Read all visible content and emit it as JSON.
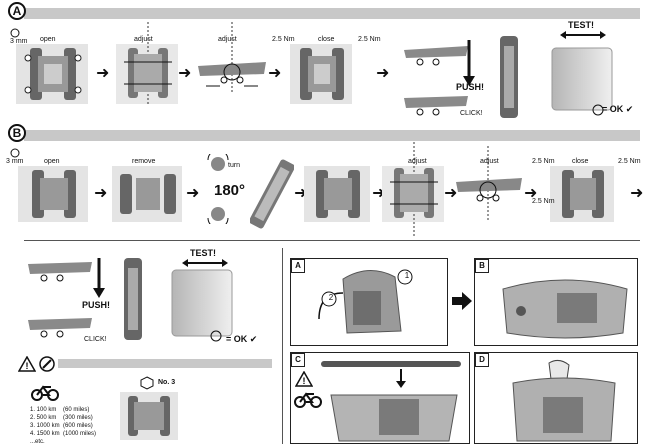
{
  "section_a": {
    "label": "A",
    "tool": "3 mm",
    "steps": [
      "open",
      "adjust",
      "adjust",
      "close"
    ],
    "torque": "2.5 Nm",
    "push": "PUSH!",
    "click": "CLICK!",
    "test": "TEST!",
    "ok": "= OK ✔"
  },
  "section_b": {
    "label": "B",
    "tool": "3 mm",
    "steps": [
      "open",
      "remove",
      "turn",
      "180°",
      "adjust",
      "adjust",
      "close"
    ],
    "torque": "2.5 Nm",
    "push": "PUSH!",
    "click": "CLICK!",
    "test": "TEST!",
    "ok": "= OK ✔"
  },
  "maintenance": {
    "number": "No. 3",
    "intervals": [
      "1. 100 km    (60 miles)",
      "2. 500 km    (300 miles)",
      "3. 1000 km  (600 miles)",
      "4. 1500 km  (1000 miles)",
      "...etc."
    ]
  },
  "panels": [
    {
      "label": "A",
      "num1": "1",
      "num2": "2"
    },
    {
      "label": "B"
    },
    {
      "label": "C"
    },
    {
      "label": "D"
    }
  ]
}
